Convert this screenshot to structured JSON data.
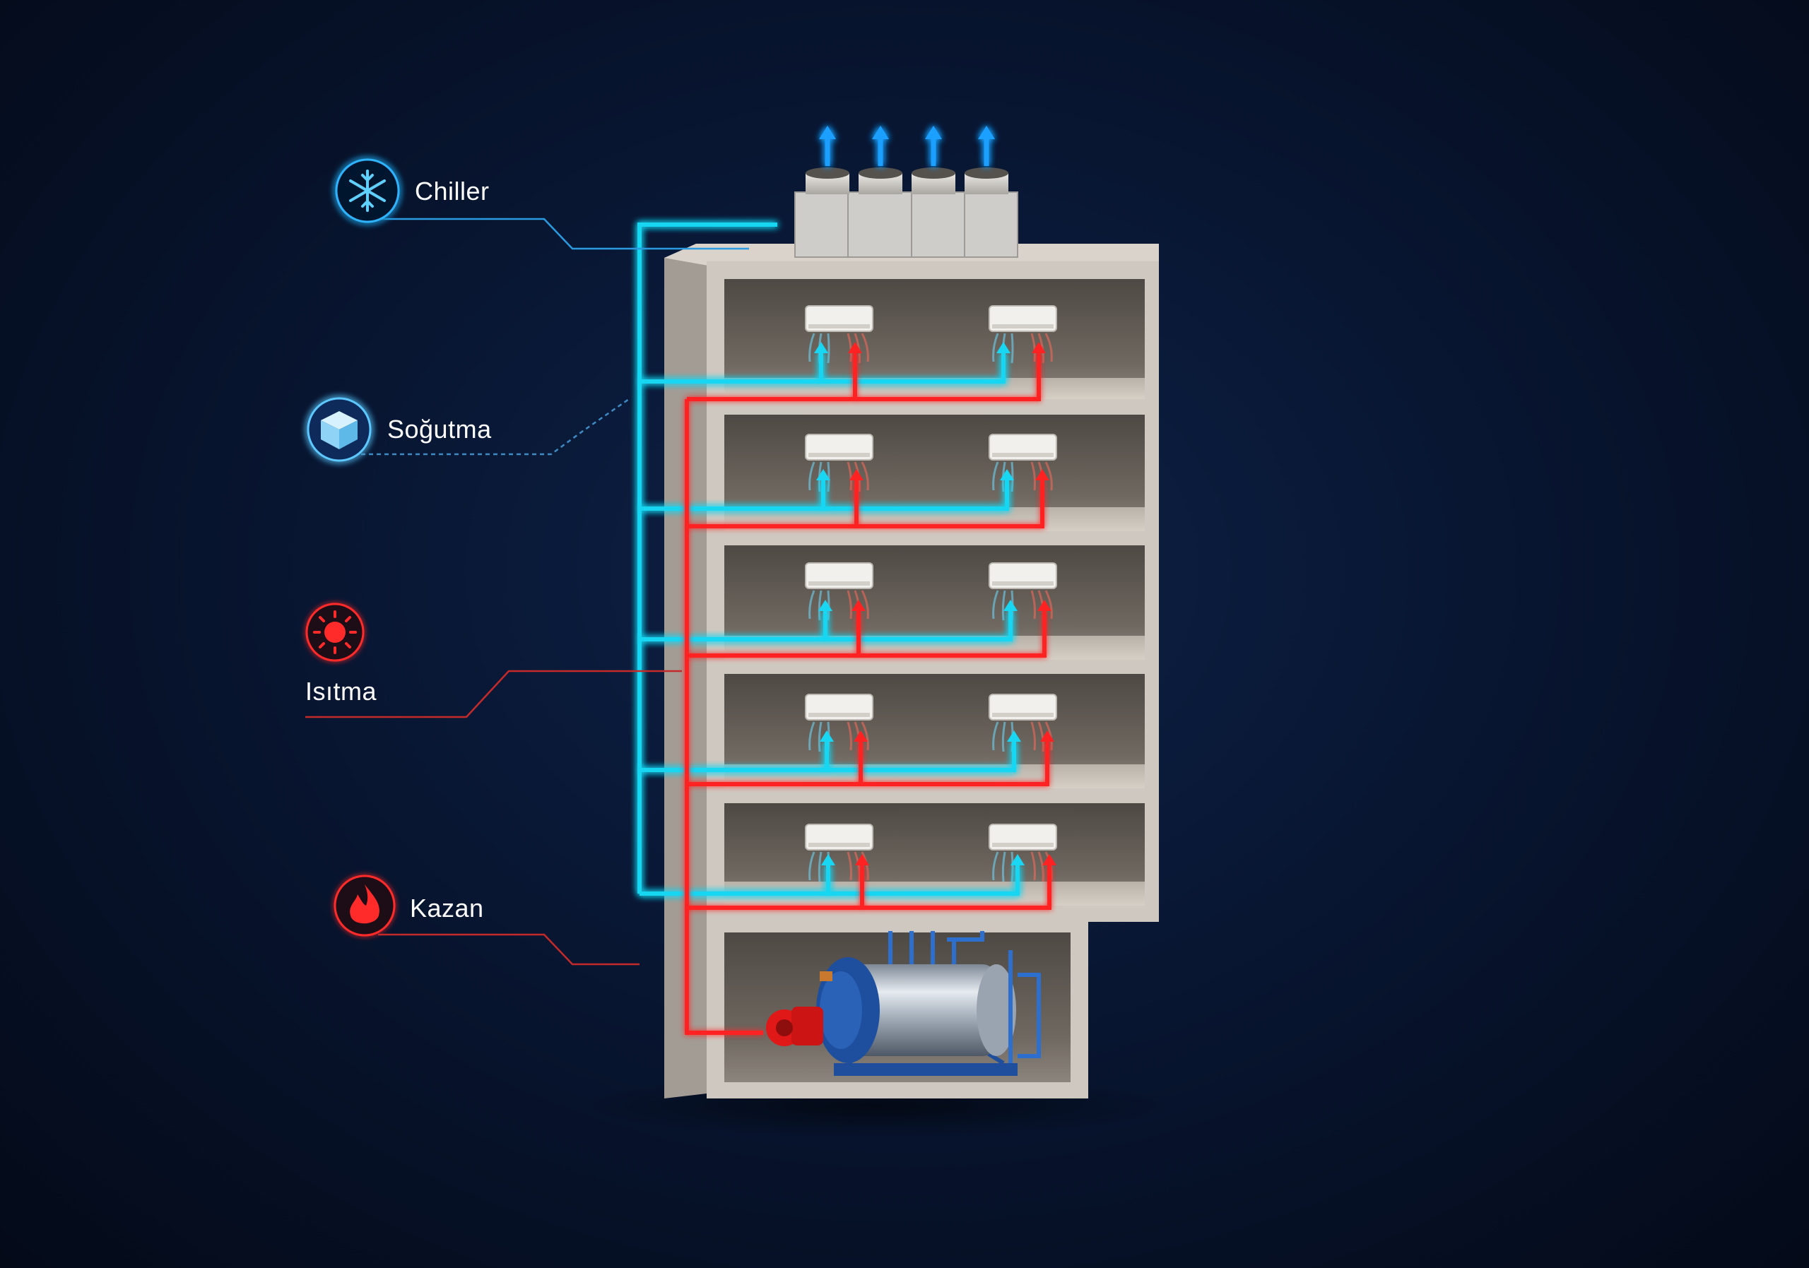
{
  "legend": {
    "chiller": {
      "label": "Chiller",
      "icon": "snowflake-icon",
      "color": "#2fb4ff"
    },
    "sogutma": {
      "label": "Soğutma",
      "icon": "cube-icon",
      "color": "#5cc8ff"
    },
    "isitma": {
      "label": "Isıtma",
      "icon": "sun-icon",
      "color": "#ff2b2b"
    },
    "kazan": {
      "label": "Kazan",
      "icon": "flame-icon",
      "color": "#ff2b2b"
    }
  },
  "colors": {
    "cold_pipe": "#19d6f2",
    "hot_pipe": "#ff2222",
    "background": "#061027",
    "wall": "#c9c2ba",
    "room": "#6f6860"
  },
  "building": {
    "floors": 5,
    "units_per_floor": 2,
    "chiller_fans": 4,
    "boiler_room": true
  }
}
